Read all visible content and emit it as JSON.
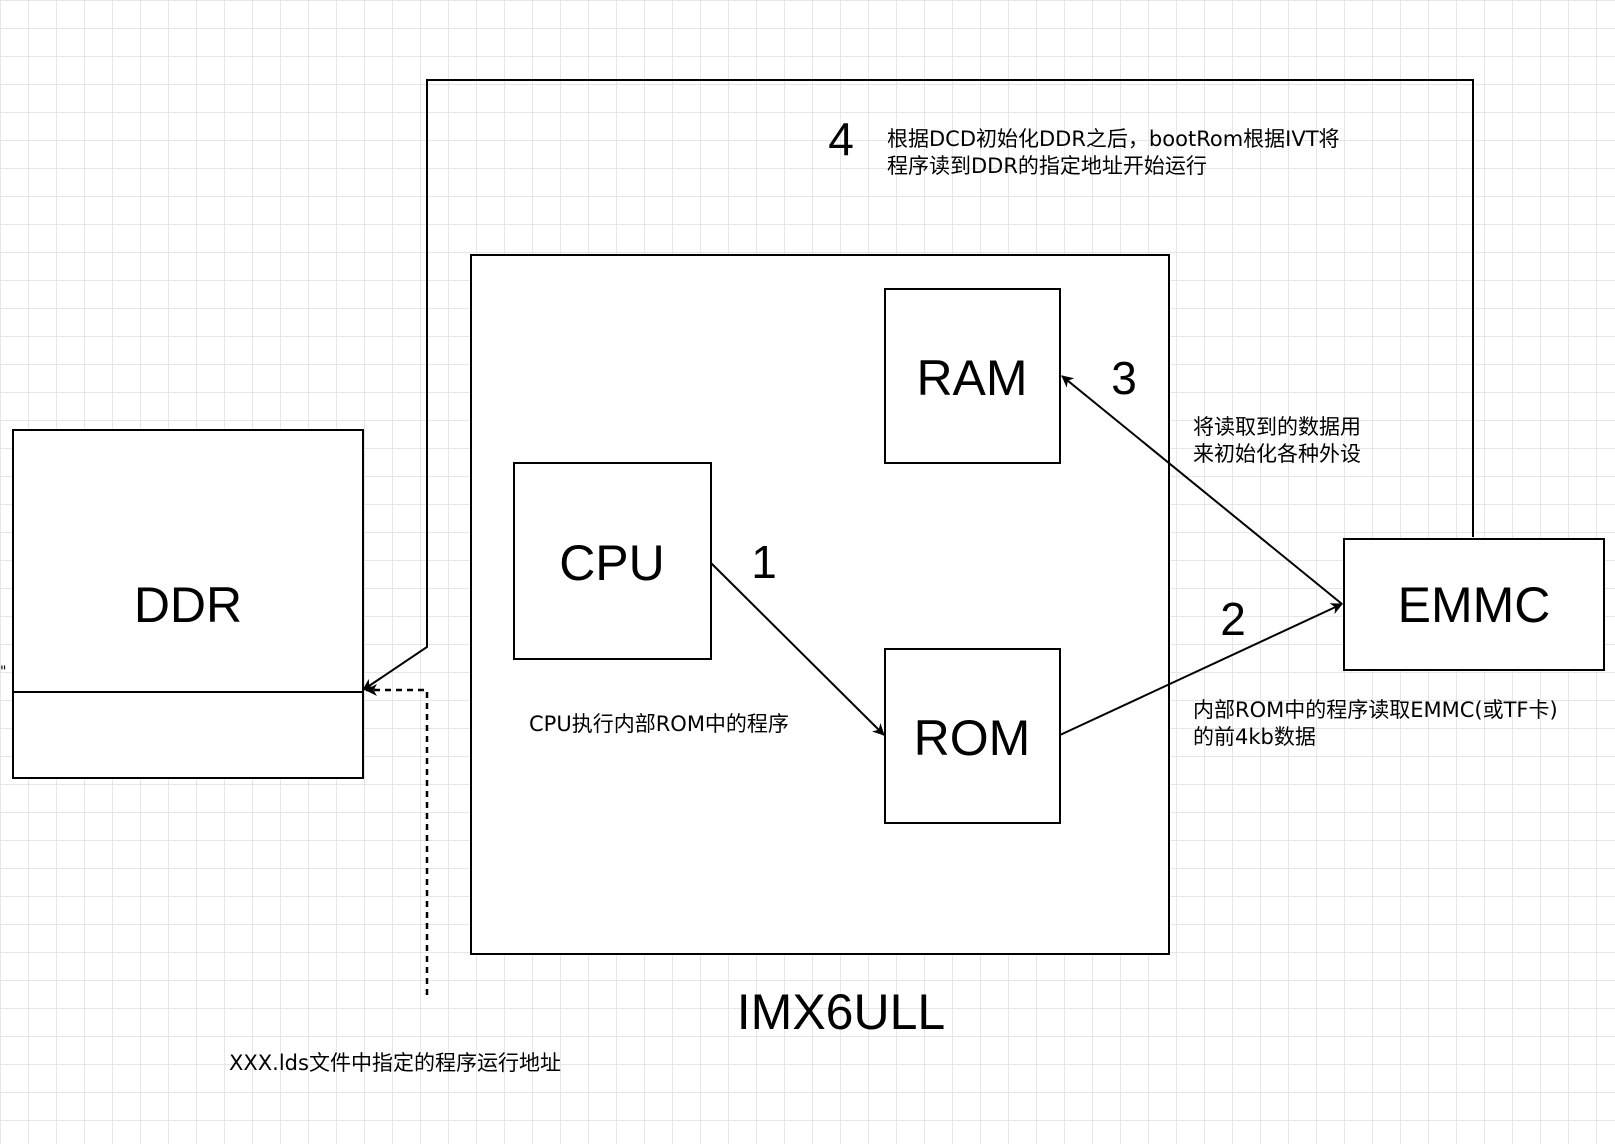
{
  "blocks": {
    "ddr": "DDR",
    "cpu": "CPU",
    "ram": "RAM",
    "rom": "ROM",
    "emmc": "EMMC",
    "chip": "IMX6ULL"
  },
  "steps": {
    "step1": {
      "number": "1",
      "lines": [
        "CPU执行内部ROM中的程序"
      ]
    },
    "step2": {
      "number": "2",
      "lines": [
        "内部ROM中的程序读取EMMC(或TF卡)",
        "的前4kb数据"
      ]
    },
    "step3": {
      "number": "3",
      "lines": [
        "将读取到的数据用",
        "来初始化各种外设"
      ]
    },
    "step4": {
      "number": "4",
      "lines": [
        "根据DCD初始化DDR之后，bootRom根据IVT将",
        "程序读到DDR的指定地址开始运行"
      ]
    }
  },
  "link_address_note": "XXX.lds文件中指定的程序运行地址",
  "edge_marker": "\""
}
